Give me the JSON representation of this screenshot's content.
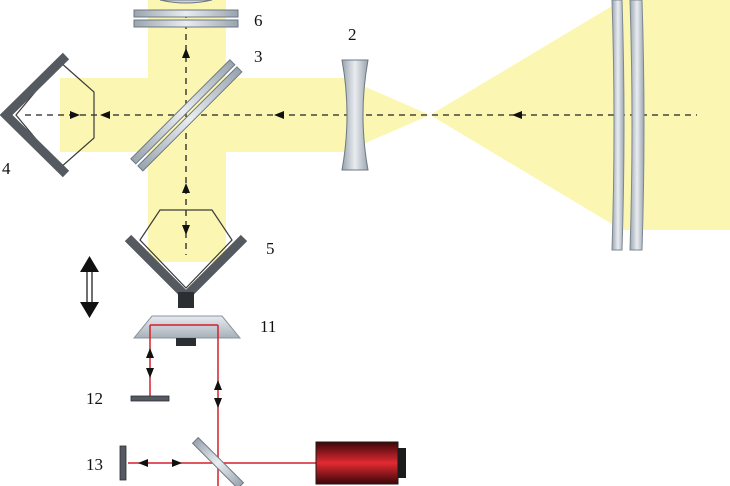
{
  "labels": {
    "l2": "2",
    "l3": "3",
    "l4": "4",
    "l5": "5",
    "l6": "6",
    "l11": "11",
    "l12": "12",
    "l13": "13"
  },
  "colors": {
    "beam": "#fbf7b3",
    "laser": "#d6202a",
    "optic": "#cfd4da",
    "optic_edge": "#7d8893",
    "mirror_dark": "#555a60",
    "axis": "#222222"
  }
}
